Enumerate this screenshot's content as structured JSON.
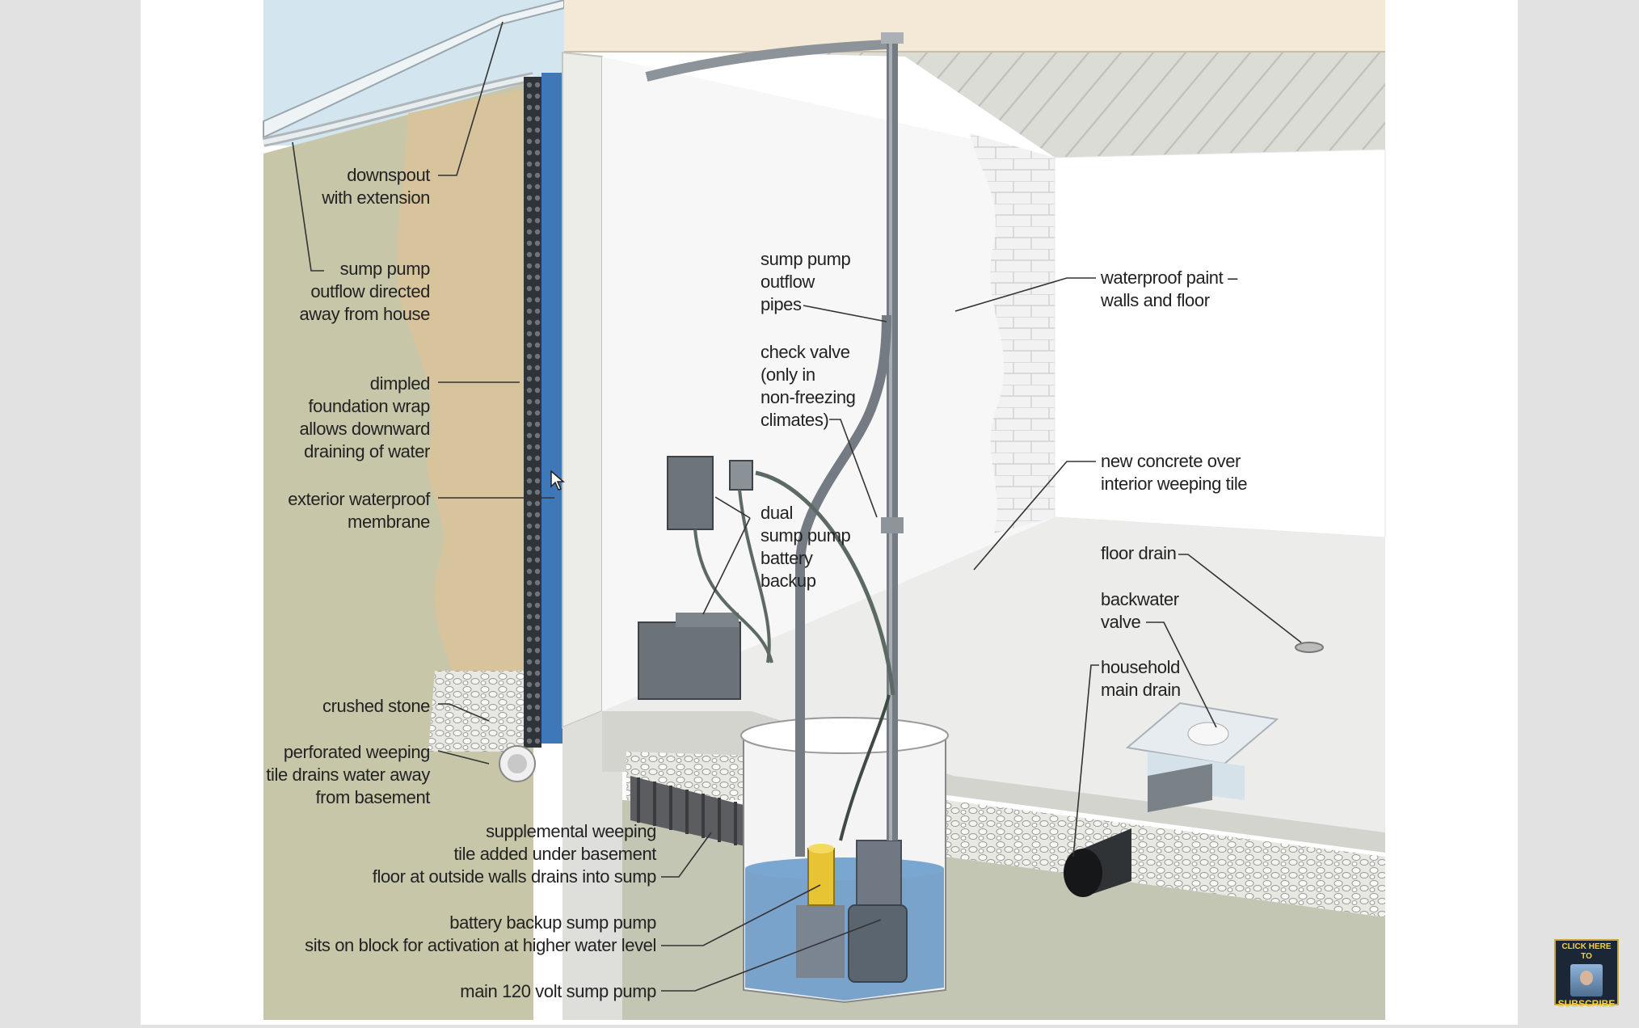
{
  "labels": {
    "downspout": "downspout\nwith extension",
    "outflow_away": "sump pump\noutflow directed\naway from house",
    "dimpled_wrap": "dimpled\nfoundation wrap\nallows downward\ndraining of water",
    "membrane": "exterior waterproof\nmembrane",
    "crushed_stone": "crushed stone",
    "perforated_tile": "perforated weeping\ntile drains water away\nfrom basement",
    "supplemental_tile": "supplemental weeping\ntile added under basement\nfloor at outside walls drains into sump",
    "battery_pump": "battery backup sump pump\nsits on block for activation at higher water level",
    "main_pump": "main 120 volt sump pump",
    "outflow_pipes": "sump pump\noutflow\npipes",
    "check_valve": "check valve\n(only in\nnon-freezing\nclimates)",
    "dual_backup": "dual\nsump pump\nbattery\nbackup",
    "waterproof_paint": "waterproof paint –\nwalls and floor",
    "new_concrete": "new concrete over\ninterior weeping tile",
    "floor_drain": "floor drain",
    "backwater_valve": "backwater\nvalve",
    "household_drain": "household\nmain drain"
  },
  "subscribe_badge": {
    "top_text": "CLICK HERE TO",
    "bottom_text": "SUBSCRIBE"
  },
  "colors": {
    "sky": "#d4e6f0",
    "soil": "#c9c7aa",
    "wrap": "#d8c49c",
    "membrane_blue": "#3f78b8",
    "water": "#5b8fc0",
    "pump_yellow": "#e8c334"
  }
}
